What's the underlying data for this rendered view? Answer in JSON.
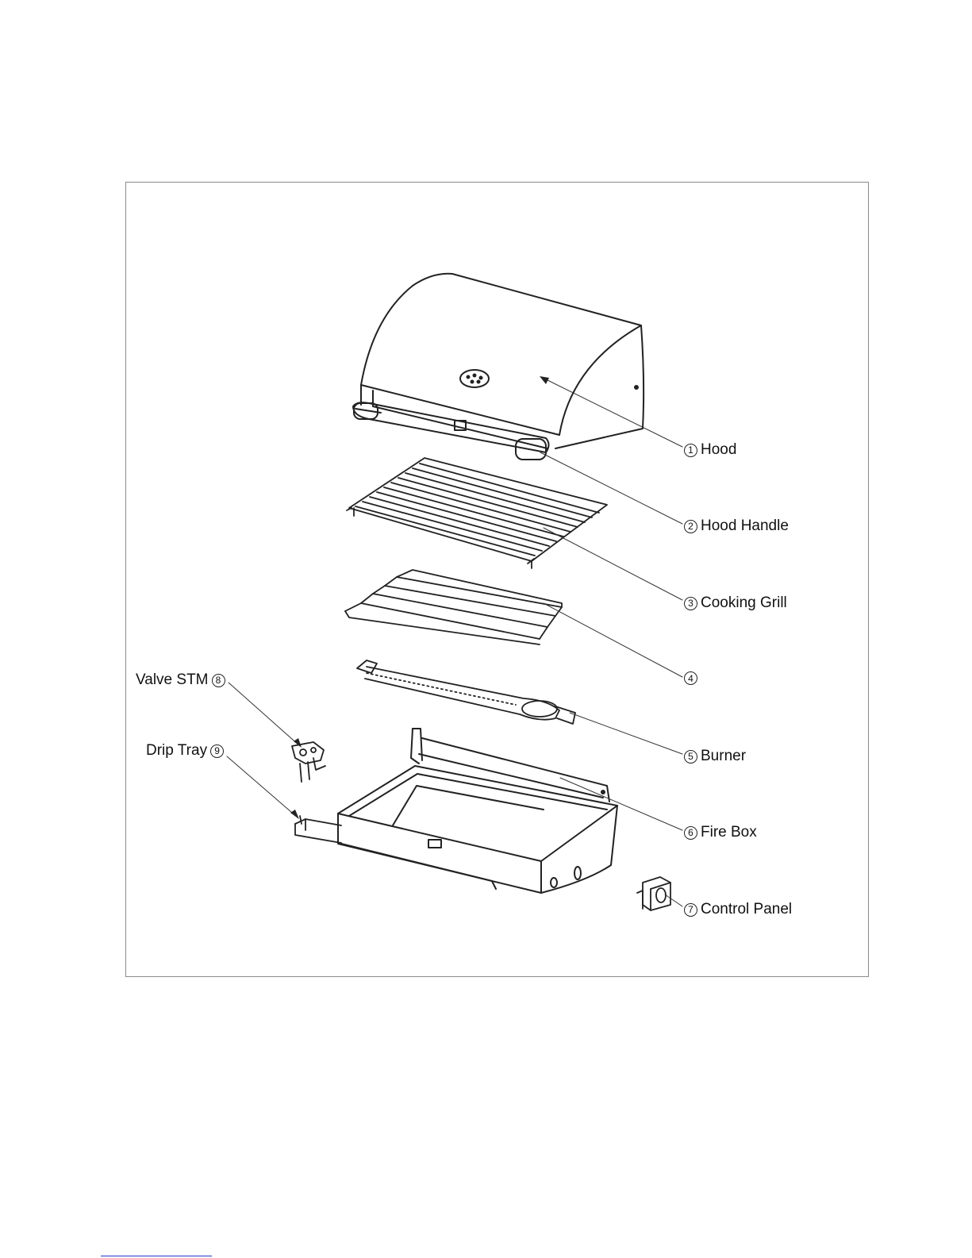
{
  "callouts": [
    {
      "num": "1",
      "label": "Hood"
    },
    {
      "num": "2",
      "label": "Hood Handle"
    },
    {
      "num": "3",
      "label": "Cooking Grill"
    },
    {
      "num": "4",
      "label": ""
    },
    {
      "num": "5",
      "label": "Burner"
    },
    {
      "num": "6",
      "label": "Fire Box"
    },
    {
      "num": "7",
      "label": "Control Panel"
    },
    {
      "num": "8",
      "label": "Valve STM"
    },
    {
      "num": "9",
      "label": "Drip Tray"
    }
  ],
  "colors": {
    "line": "#222222",
    "frame": "#8a8a8a",
    "link": "#2233cc"
  }
}
